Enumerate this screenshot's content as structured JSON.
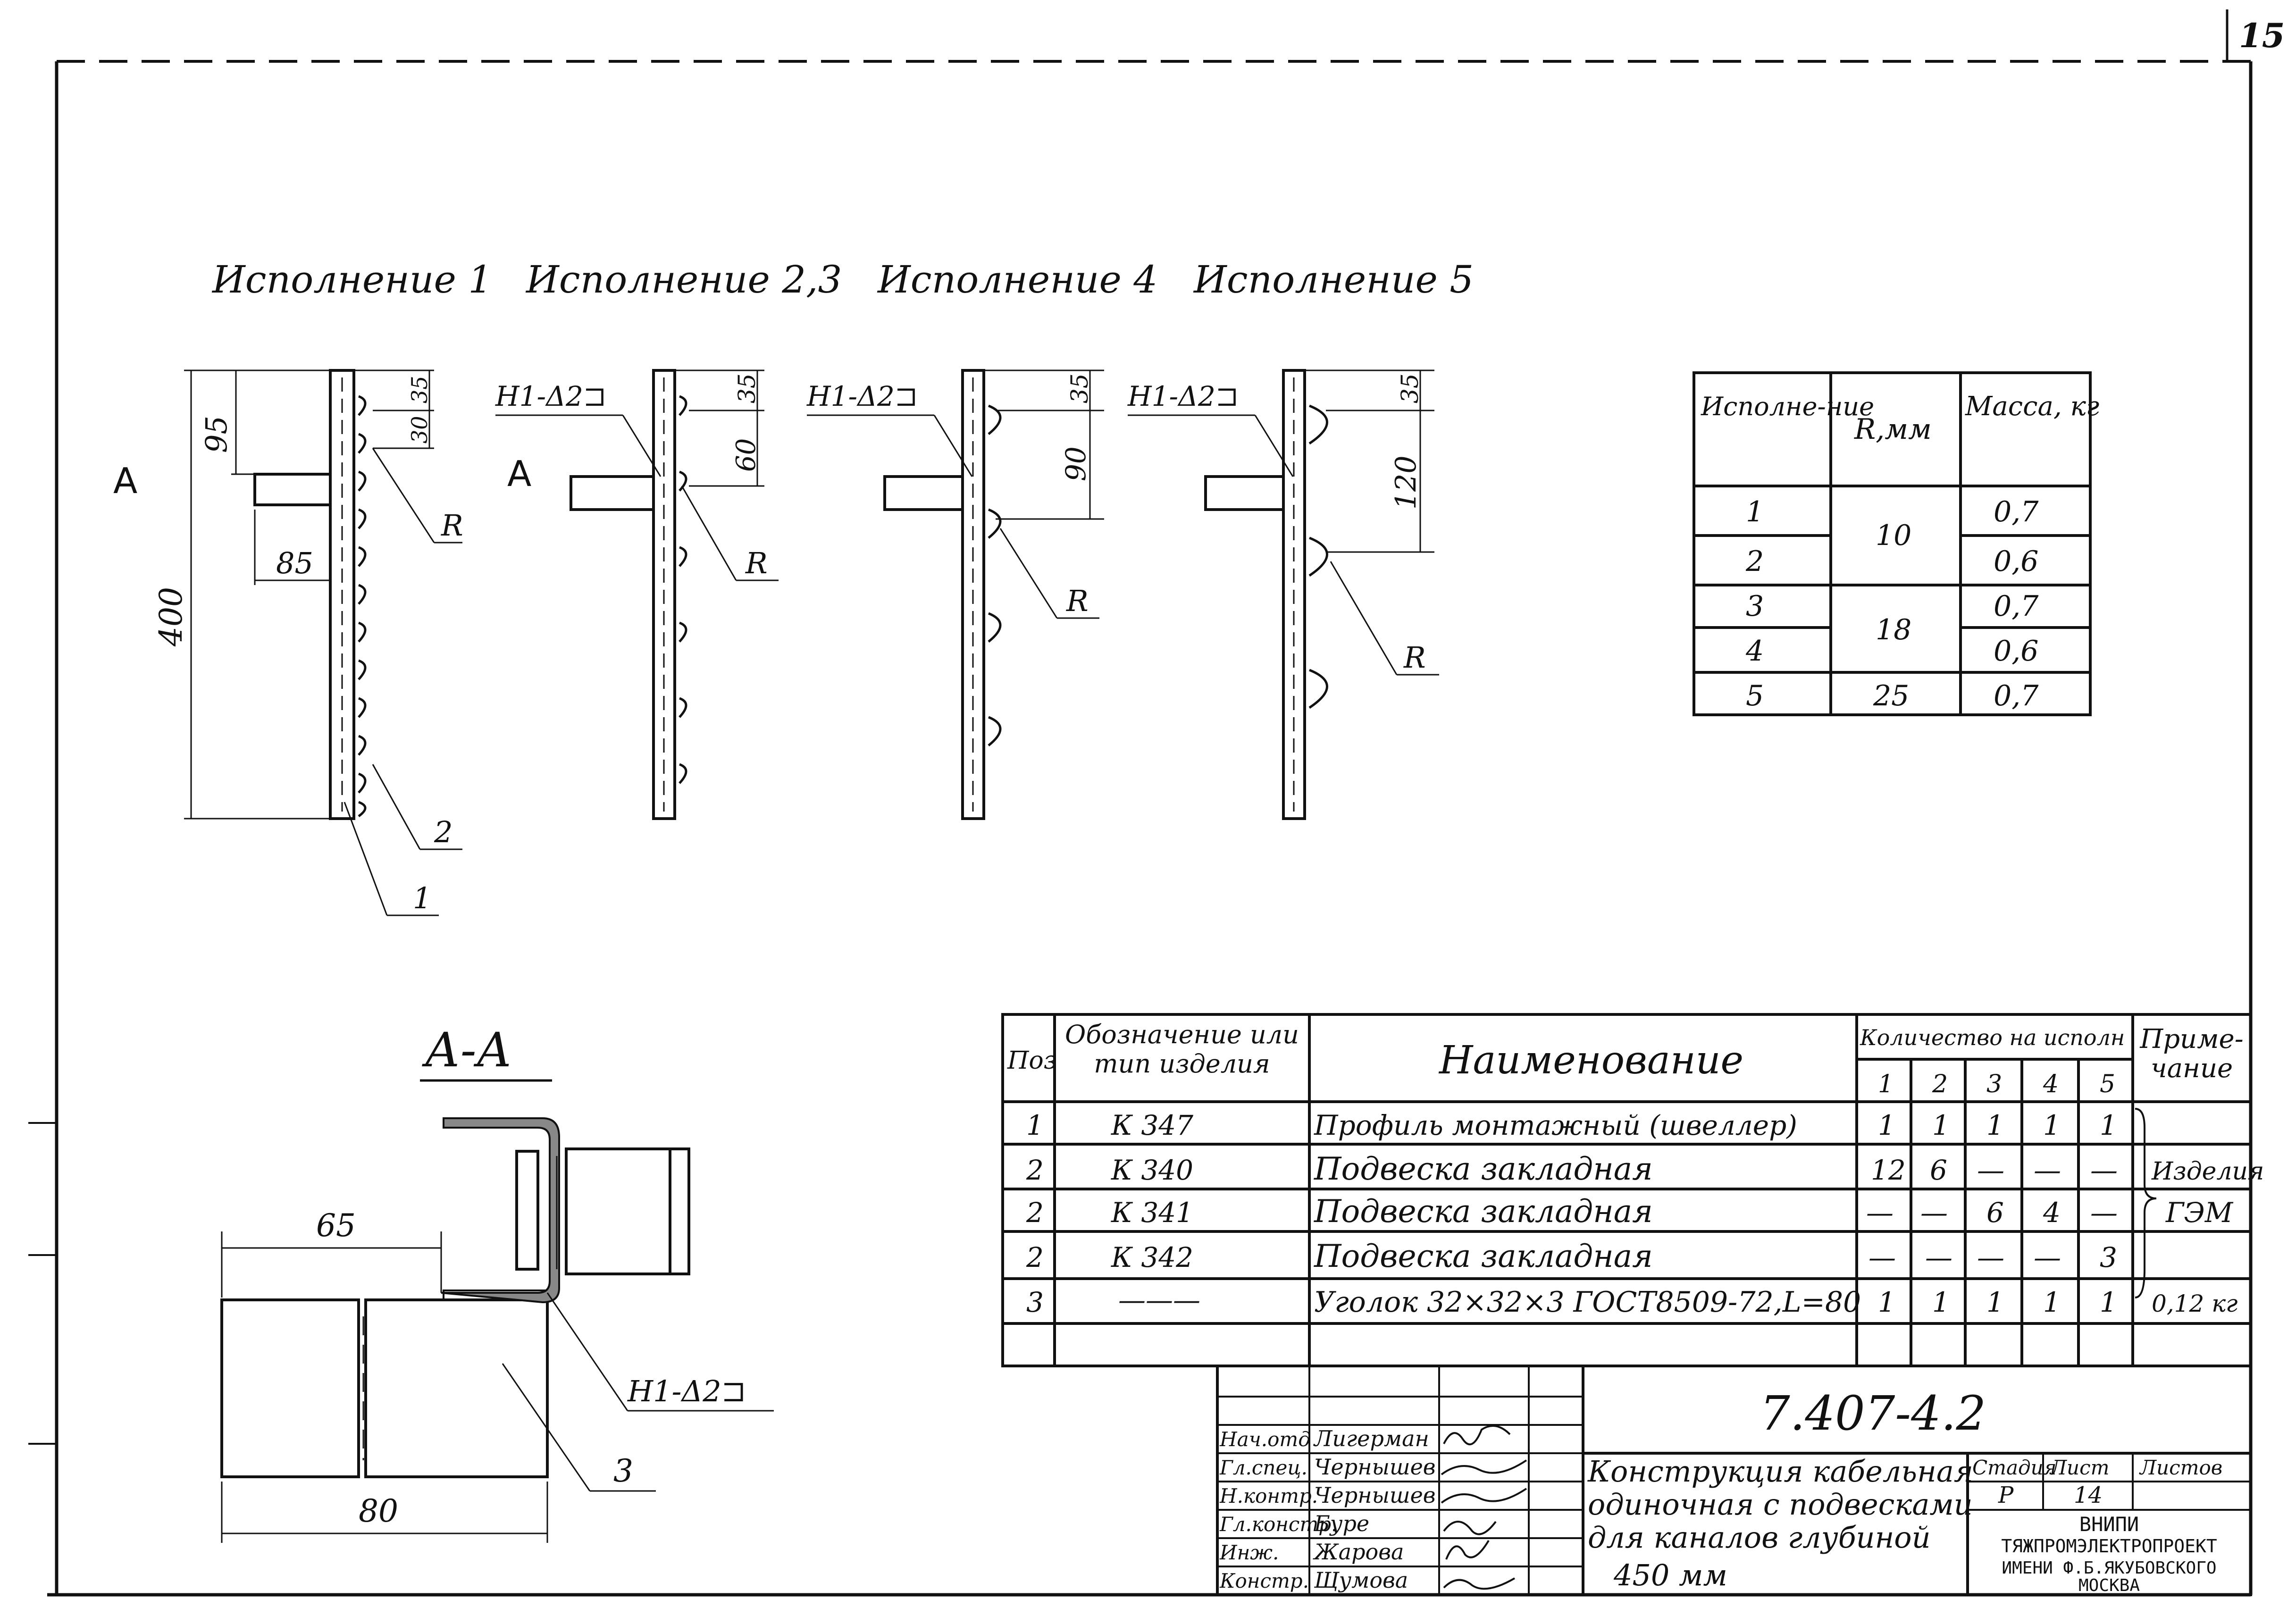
{
  "page_number": "15",
  "view_titles": [
    "Исполнение 1",
    "Исполнение 2,3",
    "Исполнение 4",
    "Исполнение 5"
  ],
  "view_marker": "А",
  "weld_mark": "Н1-Δ2⊐",
  "radius_label": "R",
  "views": {
    "v1": {
      "dim_95": "95",
      "dim_35": "35",
      "dim_30": "30",
      "dim_85": "85",
      "dim_400": "400",
      "pos_2": "2",
      "pos_1": "1"
    },
    "v2": {
      "dim_35": "35",
      "dim_60": "60"
    },
    "v4": {
      "dim_35": "35",
      "dim_90": "90"
    },
    "v5": {
      "dim_35": "35",
      "dim_120": "120"
    }
  },
  "section": {
    "title": "А-А",
    "dim_65": "65",
    "dim_80": "80",
    "pos_3": "3"
  },
  "mass_table": {
    "headers": [
      "Исполне-ние",
      "R,мм",
      "Масса, кг"
    ],
    "rows": [
      {
        "isp": "1",
        "r": "10",
        "mass": "0,7"
      },
      {
        "isp": "2",
        "r": "",
        "mass": "0,6"
      },
      {
        "isp": "3",
        "r": "18",
        "mass": "0,7"
      },
      {
        "isp": "4",
        "r": "",
        "mass": "0,6"
      },
      {
        "isp": "5",
        "r": "25",
        "mass": "0,7"
      }
    ]
  },
  "spec_table": {
    "h_pos": "Поз",
    "h_oboz": "Обозначение или тип изделия",
    "h_name": "Наименование",
    "h_qty": "Количество на исполн",
    "h_qty_cols": [
      "1",
      "2",
      "3",
      "4",
      "5"
    ],
    "h_note": "Приме-чание",
    "rows": [
      {
        "pos": "1",
        "oboz": "К 347",
        "name": "Профиль монтажный (швеллер)",
        "q": [
          "1",
          "1",
          "1",
          "1",
          "1"
        ],
        "note": ""
      },
      {
        "pos": "2",
        "oboz": "К 340",
        "name": "Подвеска закладная",
        "q": [
          "12",
          "6",
          "—",
          "—",
          "—"
        ],
        "note": "Изделия"
      },
      {
        "pos": "2",
        "oboz": "К 341",
        "name": "Подвеска закладная",
        "q": [
          "—",
          "—",
          "6",
          "4",
          "—"
        ],
        "note": "ГЭМ"
      },
      {
        "pos": "2",
        "oboz": "К 342",
        "name": "Подвеска закладная",
        "q": [
          "—",
          "—",
          "—",
          "—",
          "3"
        ],
        "note": ""
      },
      {
        "pos": "3",
        "oboz": "———",
        "name": "Уголок 32×32×3 ГОСТ8509-72,L=80",
        "q": [
          "1",
          "1",
          "1",
          "1",
          "1"
        ],
        "note": "0,12 кг"
      }
    ]
  },
  "title_block": {
    "code": "7.407-4.2",
    "signatures": [
      {
        "role": "Нач.отд",
        "name": "Лигерман"
      },
      {
        "role": "Гл.спец.",
        "name": "Чернышев"
      },
      {
        "role": "Н.контр.",
        "name": "Чернышев"
      },
      {
        "role": "Гл.констр.",
        "name": "Буре"
      },
      {
        "role": "Инж.",
        "name": "Жарова"
      },
      {
        "role": "Констр.",
        "name": "Щумова"
      }
    ],
    "title": [
      "Конструкция кабельная",
      "одиночная с подвесками",
      "для каналов глубиной",
      "450 мм"
    ],
    "stage_label": "Стадия",
    "sheet_label": "Лист",
    "sheets_label": "Листов",
    "stage": "Р",
    "sheet": "14",
    "org": [
      "ВНИПИ",
      "ТЯЖПРОМЭЛЕКТРОПРОЕКТ",
      "ИМЕНИ Ф.Б.ЯКУБОВСКОГО",
      "МОСКВА"
    ]
  }
}
